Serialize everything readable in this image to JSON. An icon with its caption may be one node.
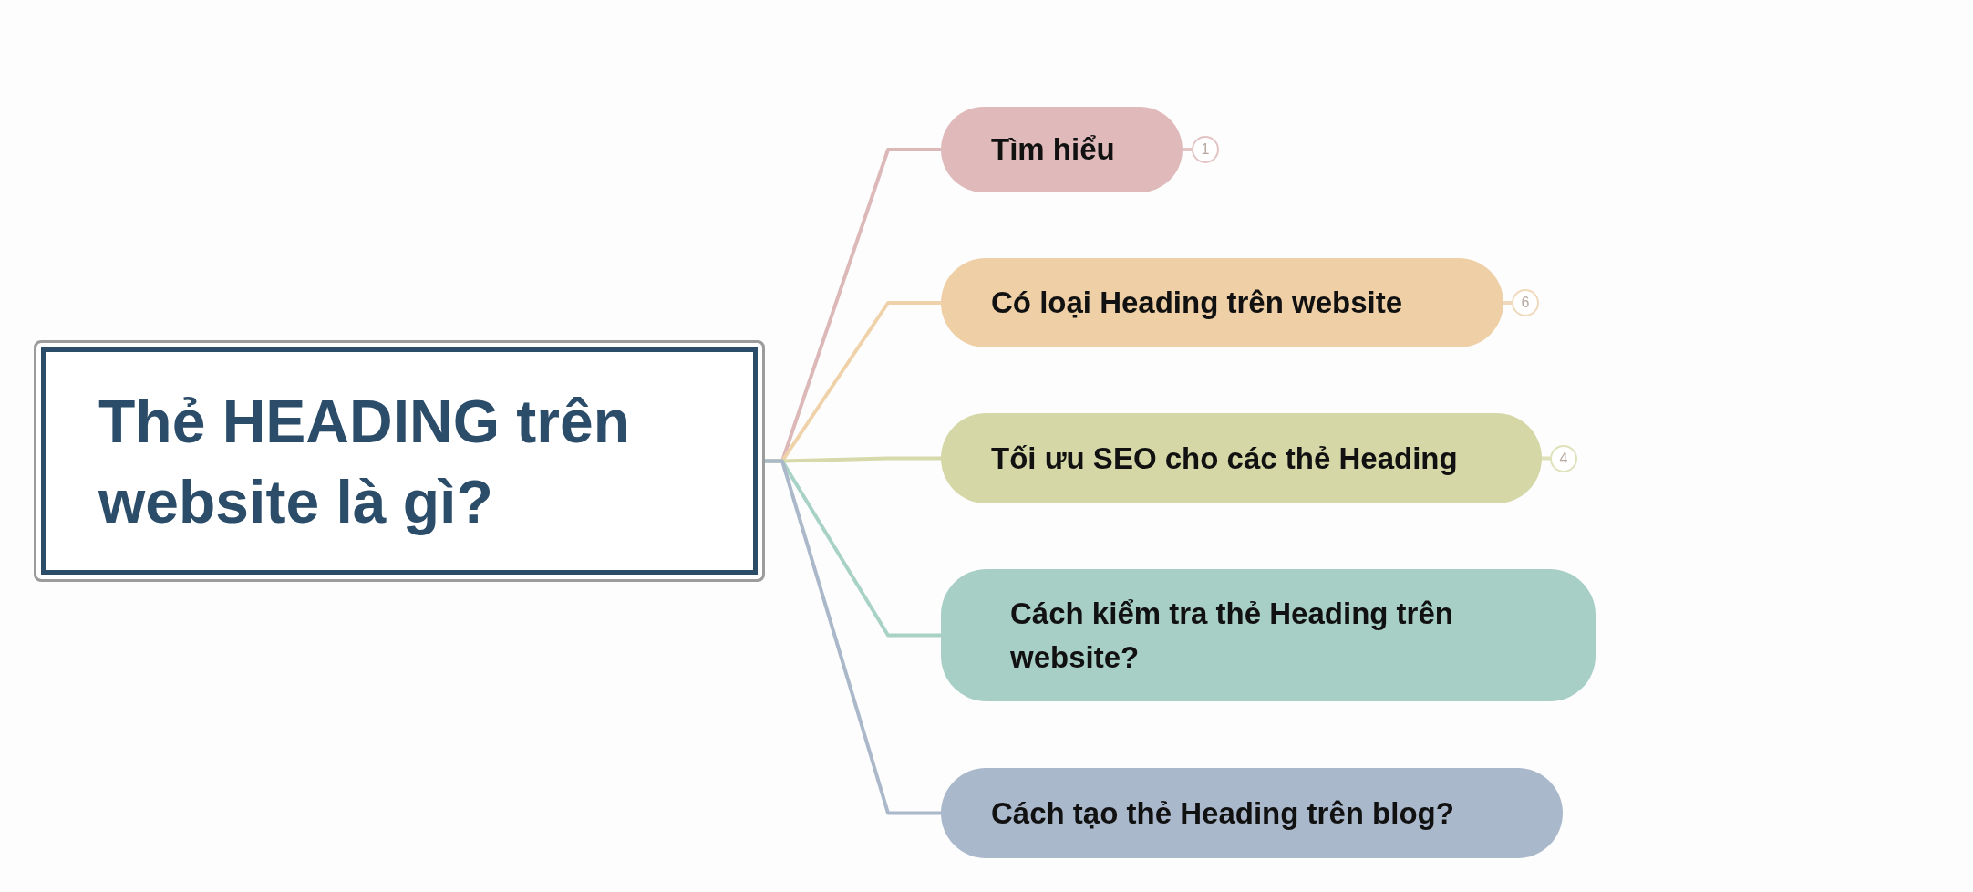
{
  "diagram": {
    "nodes": [
      {
        "text": [
          "Thẻ HEADING trên website là gì?"
        ]
      },
      {
        "text": [
          "Tìm hiểu"
        ]
      },
      {
        "text": [
          "Có loại Heading trên website"
        ]
      },
      {
        "text": [
          "Tối ưu SEO cho các thẻ Heading"
        ]
      },
      {
        "text": [
          "Cách kiểm tra thẻ Heading trên website?"
        ]
      },
      {
        "text": [
          "Cách tạo thẻ Heading trên blog?"
        ]
      },
      {
        "text": [
          "1"
        ]
      },
      {
        "text": [
          "6"
        ]
      },
      {
        "text": [
          "4"
        ]
      }
    ],
    "edges": [
      {
        "from": 0,
        "to": 1,
        "arrow": "none",
        "color": "#dcb8b8"
      },
      {
        "from": 0,
        "to": 2,
        "arrow": "none",
        "color": "#efd2a9"
      },
      {
        "from": 0,
        "to": 3,
        "arrow": "none",
        "color": "#d6d9a9"
      },
      {
        "from": 0,
        "to": 4,
        "arrow": "none",
        "color": "#a9d2c6"
      },
      {
        "from": 0,
        "to": 5,
        "arrow": "none",
        "color": "#aab8ca"
      },
      {
        "from": 1,
        "to": 6,
        "arrow": "none",
        "color": "#e3c3c3"
      },
      {
        "from": 2,
        "to": 7,
        "arrow": "none",
        "color": "#f0d9bb"
      },
      {
        "from": 3,
        "to": 8,
        "arrow": "none",
        "color": "#dfe1b9"
      }
    ]
  }
}
